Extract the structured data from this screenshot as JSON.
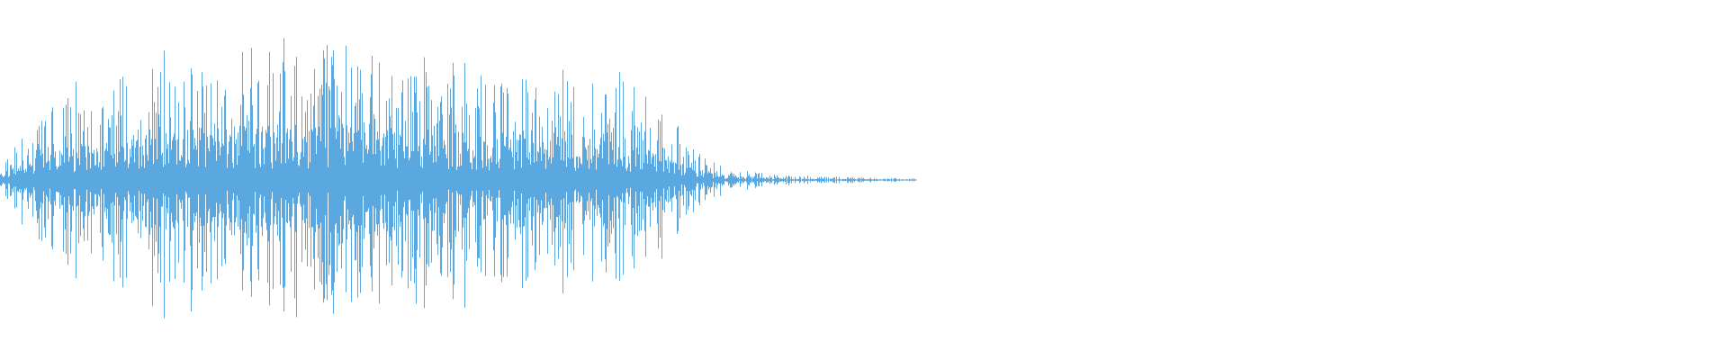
{
  "waveform": {
    "color": "#5ba8e0",
    "background": "#ffffff",
    "channels": 1,
    "duration_fraction_with_signal": 0.53,
    "envelope": {
      "description_points": [
        {
          "t": 0.0,
          "amp": 0.1
        },
        {
          "t": 0.02,
          "amp": 0.35
        },
        {
          "t": 0.05,
          "amp": 0.55
        },
        {
          "t": 0.09,
          "amp": 0.7
        },
        {
          "t": 0.15,
          "amp": 0.75
        },
        {
          "t": 0.23,
          "amp": 0.73
        },
        {
          "t": 0.3,
          "amp": 0.68
        },
        {
          "t": 0.35,
          "amp": 0.6
        },
        {
          "t": 0.38,
          "amp": 0.45
        },
        {
          "t": 0.4,
          "amp": 0.2
        },
        {
          "t": 0.42,
          "amp": 0.06
        },
        {
          "t": 0.46,
          "amp": 0.025
        },
        {
          "t": 0.53,
          "amp": 0.008
        },
        {
          "t": 1.0,
          "amp": 0.0
        }
      ]
    },
    "signal_end_fraction": 0.53,
    "baseline_fraction": 0.5
  }
}
